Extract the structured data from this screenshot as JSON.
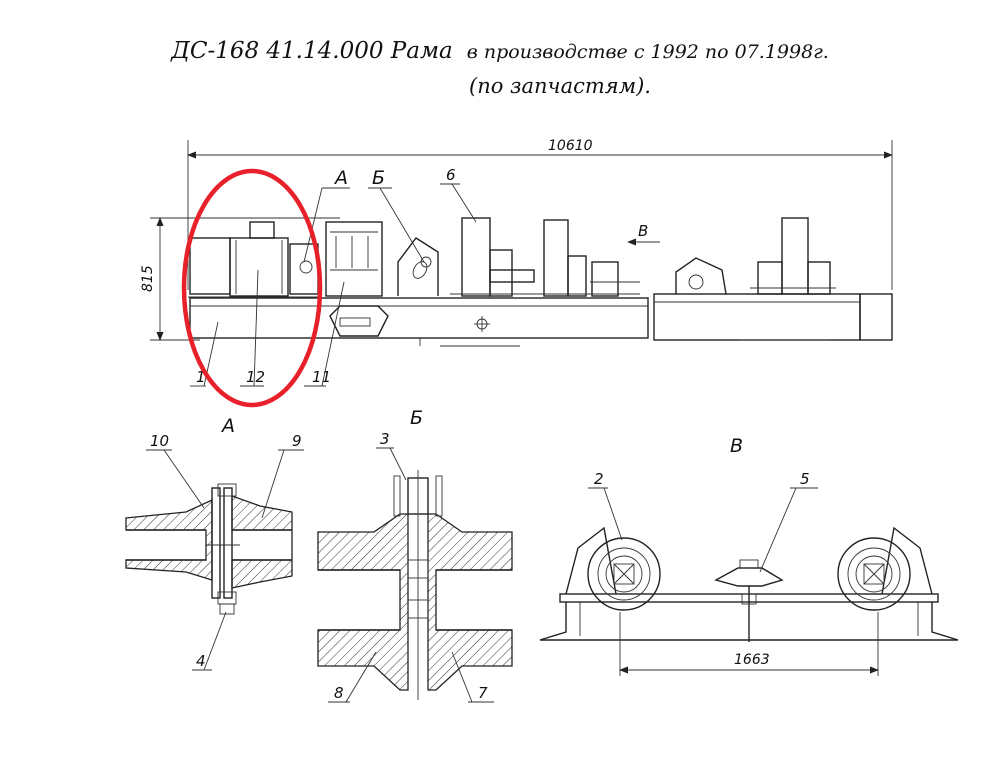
{
  "title": {
    "main": "ДС-168 41.14.000 Рама",
    "period": "в производстве с 1992 по 07.1998г.",
    "note": "(по запчастям)."
  },
  "dimensions": {
    "overall_length": "10610",
    "height": "815",
    "roller_span": "1663"
  },
  "views": {
    "a": "А",
    "b": "Б",
    "v": "В",
    "arrow_b": "В"
  },
  "parts": {
    "p1": "1",
    "p2": "2",
    "p3": "3",
    "p4": "4",
    "p5": "5",
    "p6": "6",
    "p7": "7",
    "p8": "8",
    "p9": "9",
    "p10": "10",
    "p11": "11",
    "p12": "12"
  },
  "colors": {
    "highlight": "#e8202a",
    "line": "#222222"
  }
}
